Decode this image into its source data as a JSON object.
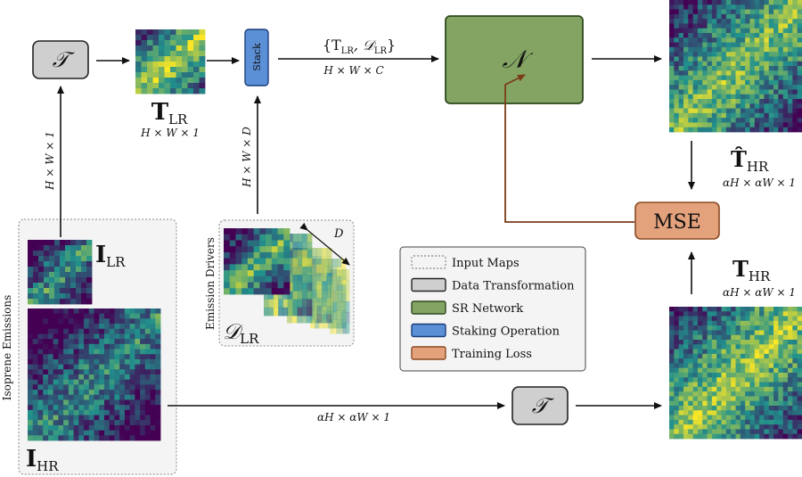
{
  "colors": {
    "transform_fill": "#cfcfcf",
    "network_fill": "#84a464",
    "network_stroke": "#2e4a1e",
    "stack_fill": "#5b8fd6",
    "stack_stroke": "#1b3d7a",
    "loss_fill": "#e3a17c",
    "loss_stroke": "#8a4a22",
    "input_bg": "#f4f4f4",
    "feedback_arrow": "#7a3d16",
    "map_low": "#440154",
    "map_mid": "#21918c",
    "map_high": "#fde725"
  },
  "nodes": {
    "transform_top": "𝒯",
    "transform_bottom": "𝒯",
    "stack_label": "Stack",
    "network_label": "𝒩",
    "loss_label": "MSE"
  },
  "labels": {
    "t_lr_base": "T",
    "t_lr_sub": "LR",
    "t_lr_dims": "H × W × 1",
    "i_lr_base": "I",
    "i_lr_sub": "LR",
    "i_hr_base": "I",
    "i_hr_sub": "HR",
    "d_lr_base": "𝒟",
    "d_lr_sub": "LR",
    "d_axis": "D",
    "t_hat_hr_base": "T̂",
    "t_hat_hr_sub": "HR",
    "t_hat_hr_dims": "αH × αW × 1",
    "t_hr_base": "T",
    "t_hr_sub": "HR",
    "t_hr_dims": "αH × αW × 1",
    "isoprene_emissions": "Isoprene Emissions",
    "emission_drivers": "Emission Drivers"
  },
  "edges": {
    "i_lr_to_t": "H × W × 1",
    "drivers_to_stack": "H × W × D",
    "stack_to_net_top": "{T",
    "stack_to_net_top_sub1": "LR",
    "stack_to_net_top_mid": ", 𝒟",
    "stack_to_net_top_sub2": "LR",
    "stack_to_net_top_end": "}",
    "stack_to_net_dims": "H × W × C",
    "i_hr_to_t": "αH × αW × 1"
  },
  "legend": [
    {
      "label": "Input Maps",
      "swatch": "input"
    },
    {
      "label": "Data Transformation",
      "swatch": "transform"
    },
    {
      "label": "SR Network",
      "swatch": "network"
    },
    {
      "label": "Staking Operation",
      "swatch": "stack"
    },
    {
      "label": "Training Loss",
      "swatch": "loss"
    }
  ]
}
